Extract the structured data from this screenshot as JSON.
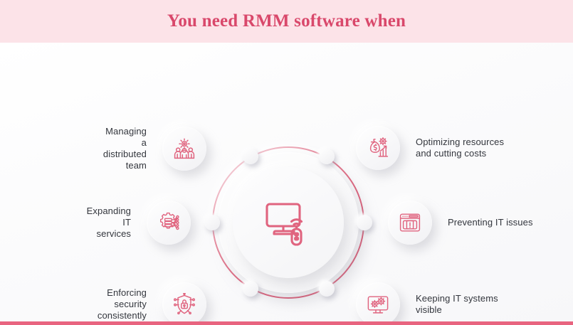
{
  "header": {
    "title": "You need RMM software when"
  },
  "center": {
    "icon": "monitor-wifi-remote-icon",
    "node_count": 6
  },
  "colors": {
    "banner_background": "#fce3e8",
    "title_text": "#d9486b",
    "accent_ring": "#d94e6b",
    "icon_stroke": "#e0647f",
    "label_text": "#33363d",
    "bottom_rule": "#e8647f",
    "bubble_surface": "#f6f6f8"
  },
  "items": [
    {
      "id": "managing",
      "label": "Managing a\ndistributed team",
      "icon": "gear-team-icon",
      "side": "left"
    },
    {
      "id": "expanding",
      "label": "Expanding IT services",
      "icon": "gear-circuit-server-icon",
      "side": "left"
    },
    {
      "id": "enforcing",
      "label": "Enforcing security\nconsistently",
      "icon": "shield-lock-icon",
      "side": "left"
    },
    {
      "id": "optimizing",
      "label": "Optimizing resources\nand cutting costs",
      "icon": "money-bag-chart-icon",
      "side": "right"
    },
    {
      "id": "preventing",
      "label": "Preventing IT issues",
      "icon": "browser-alert-icon",
      "side": "right"
    },
    {
      "id": "keeping",
      "label": "Keeping IT systems\nvisible",
      "icon": "monitor-gears-icon",
      "side": "right"
    }
  ]
}
